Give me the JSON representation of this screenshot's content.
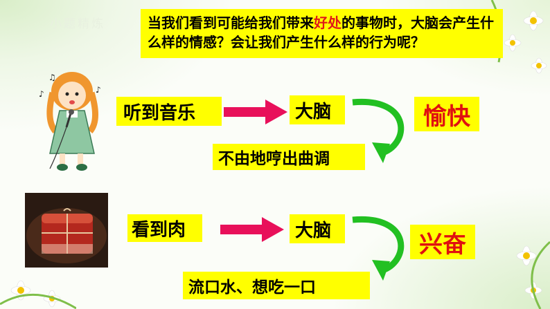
{
  "watermark": "小题精炼",
  "question": {
    "before": "当我们看到可能给我们带来",
    "highlight": "好处",
    "after": "的事物时，大脑会产生什么样的情感？会让我们产生什么样的行为呢？"
  },
  "row1": {
    "stimulus": "听到音乐",
    "brain": "大脑",
    "emotion": "愉快",
    "behavior": "不由地哼出曲调"
  },
  "row2": {
    "stimulus": "看到肉",
    "brain": "大脑",
    "emotion": "兴奋",
    "behavior": "流口水、想吃一口"
  },
  "colors": {
    "box": "#ffff00",
    "highlight": "#e01818",
    "arrow": "#e8105a",
    "curve": "#22c022"
  }
}
